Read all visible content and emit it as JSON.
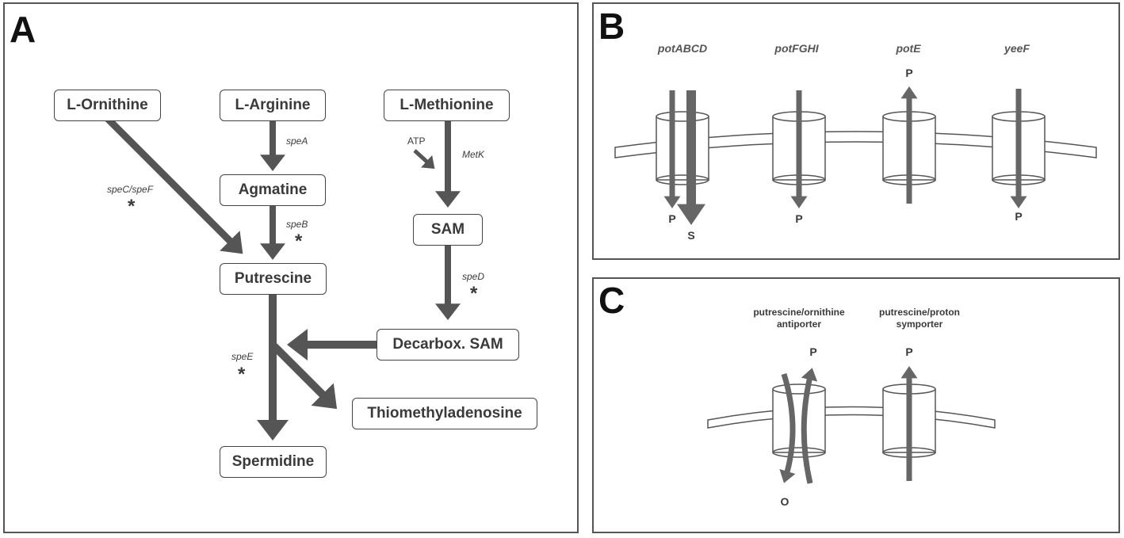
{
  "panel_a": {
    "letter": "A",
    "nodes": {
      "ornithine": "L-Ornithine",
      "arginine": "L-Arginine",
      "methionine": "L-Methionine",
      "agmatine": "Agmatine",
      "sam": "SAM",
      "putrescine": "Putrescine",
      "decarbox_sam": "Decarbox. SAM",
      "thiomethyladenosine": "Thiomethyladenosine",
      "spermidine": "Spermidine"
    },
    "enzymes": {
      "speA": "speA",
      "speB": "speB",
      "speC_speF": "speC/speF",
      "metK": "MetK",
      "speD": "speD",
      "speE": "speE"
    },
    "atp": "ATP",
    "star": "*"
  },
  "panel_b": {
    "letter": "B",
    "transporters": [
      "potABCD",
      "potFGHI",
      "potE",
      "yeeF"
    ],
    "labels": {
      "p": "P",
      "s": "S"
    }
  },
  "panel_c": {
    "letter": "C",
    "antiporter": [
      "putrescine/ornithine",
      "antiporter"
    ],
    "symporter": [
      "putrescine/proton",
      "symporter"
    ],
    "labels": {
      "p": "P",
      "o": "O"
    }
  },
  "colors": {
    "arrow": "#555555",
    "border": "#555555",
    "text": "#3a3a3a"
  }
}
